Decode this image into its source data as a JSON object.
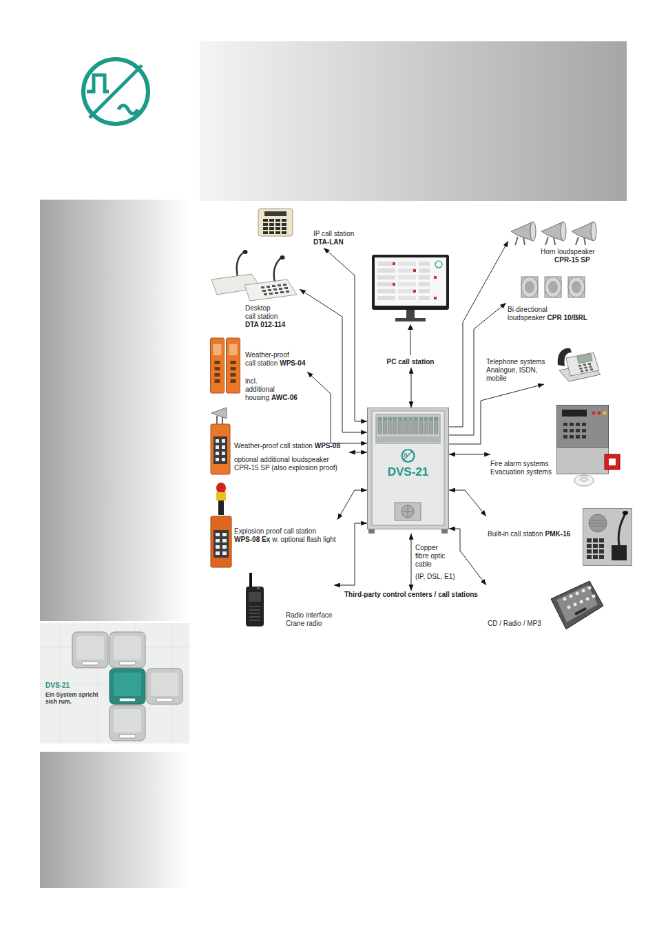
{
  "diagram": {
    "nodes": [
      {
        "text": [
          "IP call station",
          "DTA-LAN"
        ]
      },
      {
        "text": [
          "Horn loudspeaker",
          "CPR-15 SP"
        ]
      },
      {
        "text": [
          "PC call station"
        ]
      },
      {
        "text": [
          "Desktop call station",
          "DTA 012-114"
        ]
      },
      {
        "text": [
          "Bi-directional loudspeaker",
          "CPR 10/BRL"
        ]
      },
      {
        "text": [
          "Weather-proof call station",
          "WPS-04",
          "incl. additional housing",
          "AWC-06"
        ]
      },
      {
        "text": [
          "Telephone systems",
          "Analogue, ISDN, mobile"
        ]
      },
      {
        "text": [
          "Fire alarm systems",
          "Evacuation systems"
        ]
      },
      {
        "text": [
          "DVS-21"
        ]
      },
      {
        "text": [
          "Weather-proof call station",
          "WPS-08",
          "optional additional loudspeaker CPR-15 SP (also explosion proof)"
        ]
      },
      {
        "text": [
          "Built-in call station",
          "PMK-16"
        ]
      },
      {
        "text": [
          "Explosion proof call station",
          "WPS-08 Ex",
          "w. optional flash light"
        ]
      },
      {
        "text": [
          "CD / Radio / MP3"
        ]
      },
      {
        "text": [
          "Third-party control centers / call stations"
        ]
      },
      {
        "text": [
          "Radio interface",
          "Crane radio"
        ]
      }
    ],
    "edges": [
      {
        "from": 8,
        "to": 0,
        "arrow": "both"
      },
      {
        "from": 8,
        "to": 1,
        "arrow": "to"
      },
      {
        "from": 8,
        "to": 2,
        "arrow": "both"
      },
      {
        "from": 8,
        "to": 3,
        "arrow": "both"
      },
      {
        "from": 8,
        "to": 4,
        "arrow": "to"
      },
      {
        "from": 8,
        "to": 5,
        "arrow": "both"
      },
      {
        "from": 8,
        "to": 6,
        "arrow": "to"
      },
      {
        "from": 8,
        "to": 7,
        "arrow": "both"
      },
      {
        "from": 8,
        "to": 9,
        "arrow": "both"
      },
      {
        "from": 8,
        "to": 10,
        "arrow": "both"
      },
      {
        "from": 8,
        "to": 11,
        "arrow": "both"
      },
      {
        "from": 8,
        "to": 12,
        "arrow": "both"
      },
      {
        "from": 8,
        "to": 13,
        "arrow": "both",
        "label": "Copper fibre optic cable"
      },
      {
        "from": 8,
        "to": 14,
        "arrow": "both"
      }
    ],
    "labels": [
      "(IP, DSL, E1)",
      "DVS-21",
      "Ein System spricht sich rum."
    ]
  }
}
